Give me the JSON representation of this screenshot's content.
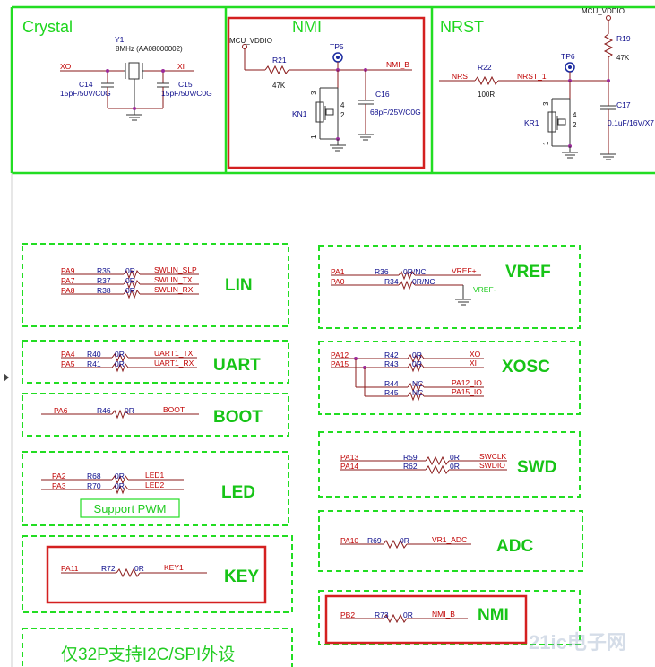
{
  "sections": {
    "crystal": "Crystal",
    "nmi": "NMI",
    "nrst": "NRST"
  },
  "crystal": {
    "y1_ref": "Y1",
    "y1_val": "8MHz (AA08000002)",
    "xo": "XO",
    "xi": "XI",
    "c14_ref": "C14",
    "c14_val": "15pF/50V/C0G",
    "c15_ref": "C15",
    "c15_val": "15pF/50V/C0G"
  },
  "nmi_ckt": {
    "vdd": "MCU_VDDIO",
    "r21_ref": "R21",
    "r21_val": "47K",
    "tp": "TP5",
    "net": "NMI_B",
    "c16_ref": "C16",
    "c16_val": "68pF/25V/C0G",
    "kn1": "KN1",
    "p1": "1",
    "p2": "2",
    "p3": "3",
    "p4": "4"
  },
  "nrst_ckt": {
    "vdd": "MCU_VDDIO",
    "r19_ref": "R19",
    "r19_val": "47K",
    "tp": "TP6",
    "nrst": "NRST",
    "r22_ref": "R22",
    "r22_val": "100R",
    "nrst1": "NRST_1",
    "c17_ref": "C17",
    "c17_val": "0.1uF/16V/X7",
    "kr1": "KR1",
    "p1": "1",
    "p2": "2",
    "p3": "3",
    "p4": "4"
  },
  "lin": {
    "title": "LIN",
    "rows": [
      {
        "pin": "PA9",
        "ref": "R35",
        "val": "0R",
        "net": "SWLIN_SLP"
      },
      {
        "pin": "PA7",
        "ref": "R37",
        "val": "0R",
        "net": "SWLIN_TX"
      },
      {
        "pin": "PA8",
        "ref": "R38",
        "val": "0R",
        "net": "SWLIN_RX"
      }
    ]
  },
  "uart": {
    "title": "UART",
    "rows": [
      {
        "pin": "PA4",
        "ref": "R40",
        "val": "0R",
        "net": "UART1_TX"
      },
      {
        "pin": "PA5",
        "ref": "R41",
        "val": "0R",
        "net": "UART1_RX"
      }
    ]
  },
  "boot": {
    "title": "BOOT",
    "rows": [
      {
        "pin": "PA6",
        "ref": "R46",
        "val": "0R",
        "net": "BOOT"
      }
    ]
  },
  "led": {
    "title": "LED",
    "note": "Support PWM",
    "rows": [
      {
        "pin": "PA2",
        "ref": "R68",
        "val": "0R",
        "net": "LED1"
      },
      {
        "pin": "PA3",
        "ref": "R70",
        "val": "0R",
        "net": "LED2"
      }
    ]
  },
  "key": {
    "title": "KEY",
    "rows": [
      {
        "pin": "PA11",
        "ref": "R72",
        "val": "0R",
        "net": "KEY1"
      }
    ]
  },
  "bottom_note": "仅32P支持I2C/SPI外设",
  "vref": {
    "title": "VREF",
    "minus": "VREF-",
    "rows": [
      {
        "pin": "PA1",
        "ref": "R36",
        "val": "0R/NC",
        "net": "VREF+"
      },
      {
        "pin": "PA0",
        "ref": "R34",
        "val": "0R/NC",
        "net": ""
      }
    ]
  },
  "xosc": {
    "title": "XOSC",
    "rows": [
      {
        "pin": "PA12",
        "ref": "R42",
        "val": "0R",
        "net": "XO"
      },
      {
        "pin": "PA15",
        "ref": "R43",
        "val": "0R",
        "net": "XI"
      },
      {
        "pin": "",
        "ref": "R44",
        "val": "NC",
        "net": "PA12_IO"
      },
      {
        "pin": "",
        "ref": "R45",
        "val": "NC",
        "net": "PA15_IO"
      }
    ]
  },
  "swd": {
    "title": "SWD",
    "rows": [
      {
        "pin": "PA13",
        "ref": "R59",
        "val": "0R",
        "net": "SWCLK"
      },
      {
        "pin": "PA14",
        "ref": "R62",
        "val": "0R",
        "net": "SWDIO"
      }
    ]
  },
  "adc": {
    "title": "ADC",
    "rows": [
      {
        "pin": "PA10",
        "ref": "R69",
        "val": "0R",
        "net": "VR1_ADC"
      }
    ]
  },
  "nmi2": {
    "title": "NMI",
    "rows": [
      {
        "pin": "PB2",
        "ref": "R73",
        "val": "0R",
        "net": "NMI_B"
      }
    ]
  },
  "watermark": "21ic电子网"
}
